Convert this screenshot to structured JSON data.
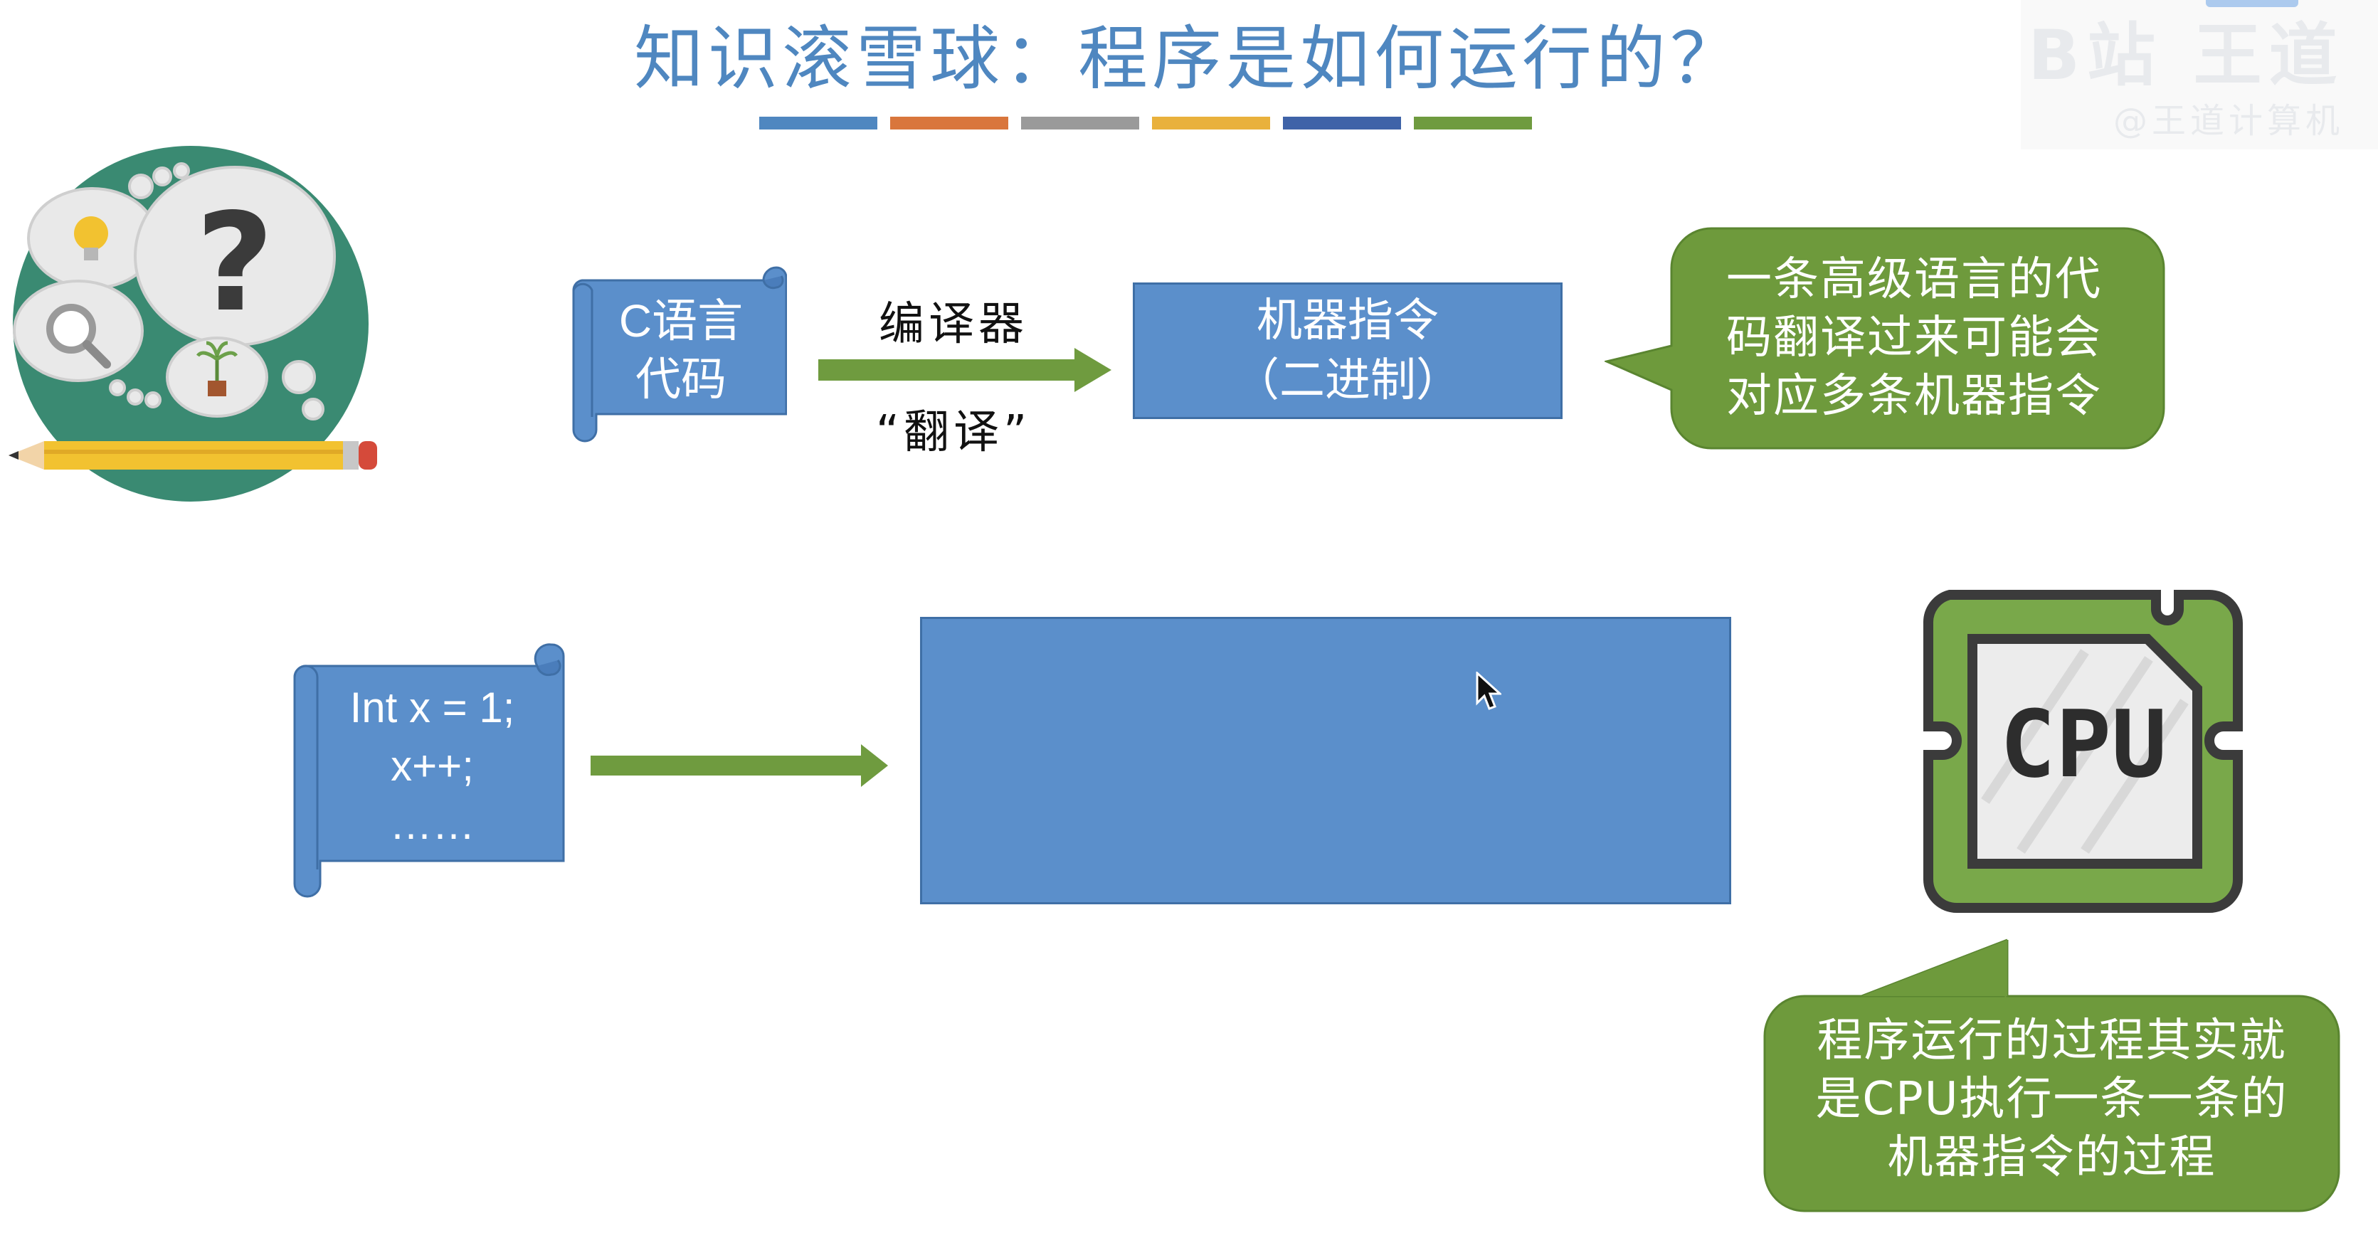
{
  "slide": {
    "title": "知识滚雪球：程序是如何运行的？",
    "title_stripe_colors": [
      "#4f87c0",
      "#d9763c",
      "#9a9a9a",
      "#e9b13c",
      "#3f63a8",
      "#6f9b3f"
    ]
  },
  "watermark": {
    "big_text": "B站 王道",
    "small_text": "@王道计算机"
  },
  "source_scroll": {
    "line1": "C语言",
    "line2": "代码"
  },
  "compiler_arrow": {
    "label_top": "编译器",
    "label_bottom": "“翻译”"
  },
  "machine_box": {
    "line1": "机器指令",
    "line2": "（二进制）"
  },
  "callout_top": {
    "line1": "一条高级语言的代",
    "line2": "码翻译过来可能会",
    "line3": "对应多条机器指令"
  },
  "code_scroll": {
    "line1": "Int x = 1;",
    "line2": "x++;",
    "line3": "……"
  },
  "cpu_icon": {
    "label": "CPU"
  },
  "callout_bottom": {
    "line1": "程序运行的过程其实就",
    "line2": "是CPU执行一条一条的",
    "line3": "机器指令的过程"
  },
  "colors": {
    "blue": "#5b8fcb",
    "green": "#6f9b3f",
    "callout_green": "#6e9a3c",
    "teal_circle": "#3a8a72"
  }
}
